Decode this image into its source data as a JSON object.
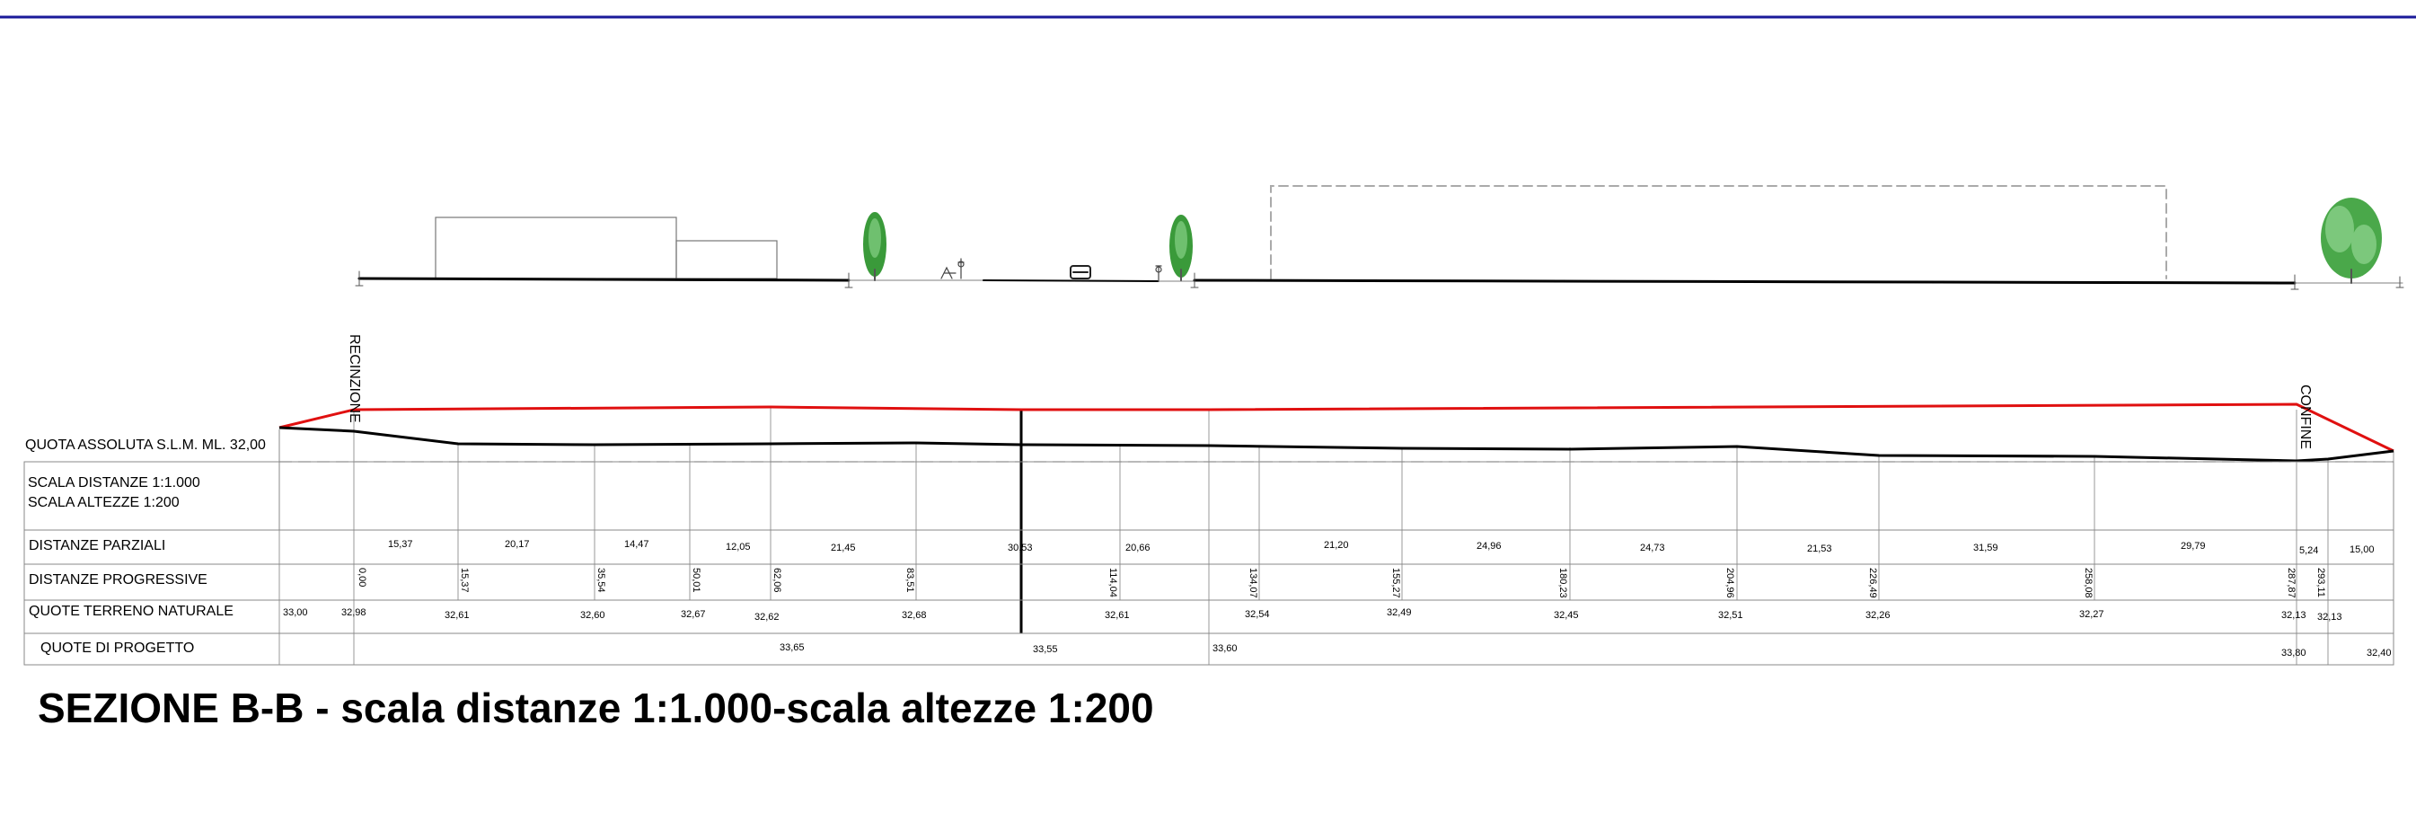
{
  "title": "SEZIONE B-B - scala distanze 1:1.000-scala altezze 1:200",
  "labels": {
    "recinzione": "RECINZIONE",
    "confine": "CONFINE",
    "quota_assoluta": "QUOTA ASSOLUTA S.L.M. ML. 32,00",
    "scala_distanze": "SCALA DISTANZE 1:1.000",
    "scala_altezze": "SCALA ALTEZZE 1:200"
  },
  "rows": {
    "distanze_parziali": "DISTANZE PARZIALI",
    "distanze_progressive": "DISTANZE PROGRESSIVE",
    "quote_terreno": "QUOTE TERRENO NATURALE",
    "quote_progetto": "QUOTE DI PROGETTO"
  },
  "colors": {
    "top_rule": "#1a1a9a",
    "design_profile": "#e01010",
    "terrain_profile": "#000000",
    "tree": "#3a9a3a",
    "dashed": "#aaaaaa"
  },
  "icons": [
    "tree-icon",
    "bench-icon",
    "car-icon",
    "survey-marker-icon"
  ],
  "chart_data": {
    "type": "section-profile",
    "progressive": [
      "0,00",
      "15,37",
      "35,54",
      "50,01",
      "62,06",
      "83,51",
      "114,04",
      "134,07",
      "155,27",
      "180,23",
      "204,96",
      "226,49",
      "258,08",
      "287,87",
      "293,11"
    ],
    "partial": [
      "15,37",
      "20,17",
      "14,47",
      "12,05",
      "21,45",
      "30,53",
      "20,66",
      "21,20",
      "24,96",
      "24,73",
      "21,53",
      "31,59",
      "29,79",
      "5,24",
      "15,00"
    ],
    "terrain": [
      "33,00",
      "32,98",
      "32,61",
      "32,60",
      "32,67",
      "32,62",
      "32,68",
      "32,61",
      "32,54",
      "32,49",
      "32,45",
      "32,51",
      "32,26",
      "32,27",
      "32,13",
      "32,13"
    ],
    "design": [
      "33,65",
      "33,55",
      "33,60",
      "33,80",
      "32,40"
    ]
  }
}
